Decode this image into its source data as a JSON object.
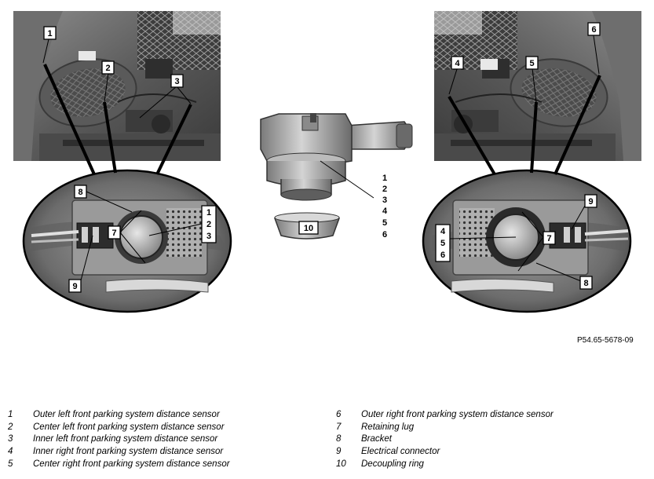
{
  "figure": {
    "code": "P54.65-5678-09",
    "callouts": {
      "c1": "1",
      "c2": "2",
      "c3": "3",
      "c4": "4",
      "c5": "5",
      "c6": "6",
      "c7": "7",
      "c8": "8",
      "c9": "9",
      "c10": "10"
    },
    "sensor_stack_numbers": [
      "1",
      "2",
      "3",
      "4",
      "5",
      "6"
    ],
    "left_detail_stack": [
      "1",
      "2",
      "3"
    ],
    "right_detail_stack": [
      "4",
      "5",
      "6"
    ]
  },
  "legend": [
    {
      "num": "1",
      "text": "Outer left front parking system distance sensor"
    },
    {
      "num": "2",
      "text": "Center left front parking system distance sensor"
    },
    {
      "num": "3",
      "text": "Inner left front parking system distance sensor"
    },
    {
      "num": "4",
      "text": "Inner right front parking system distance sensor"
    },
    {
      "num": "5",
      "text": "Center right front parking system distance sensor"
    },
    {
      "num": "6",
      "text": "Outer right front parking system distance sensor"
    },
    {
      "num": "7",
      "text": "Retaining lug"
    },
    {
      "num": "8",
      "text": "Bracket"
    },
    {
      "num": "9",
      "text": "Electrical connector"
    },
    {
      "num": "10",
      "text": "Decoupling ring"
    }
  ],
  "colors": {
    "photo_dark": "#4a4a4a",
    "photo_mid": "#8a8a8a",
    "photo_light": "#c8c8c8",
    "sensor_body": "#a9a9a9",
    "sensor_dark": "#5e5e5e"
  }
}
